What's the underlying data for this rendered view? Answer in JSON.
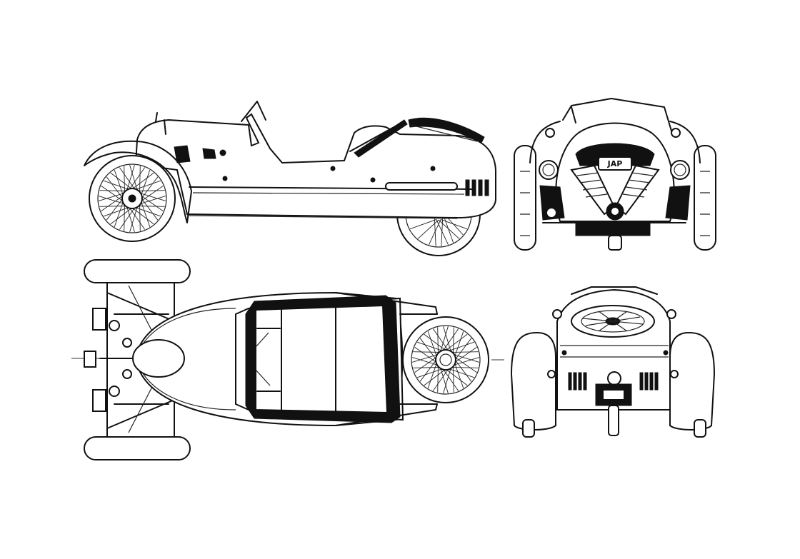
{
  "engine_badge": "JAP",
  "views": [
    "side-view",
    "front-view",
    "top-view",
    "rear-view"
  ],
  "palette": {
    "ink": "#111111",
    "paper": "#ffffff"
  }
}
